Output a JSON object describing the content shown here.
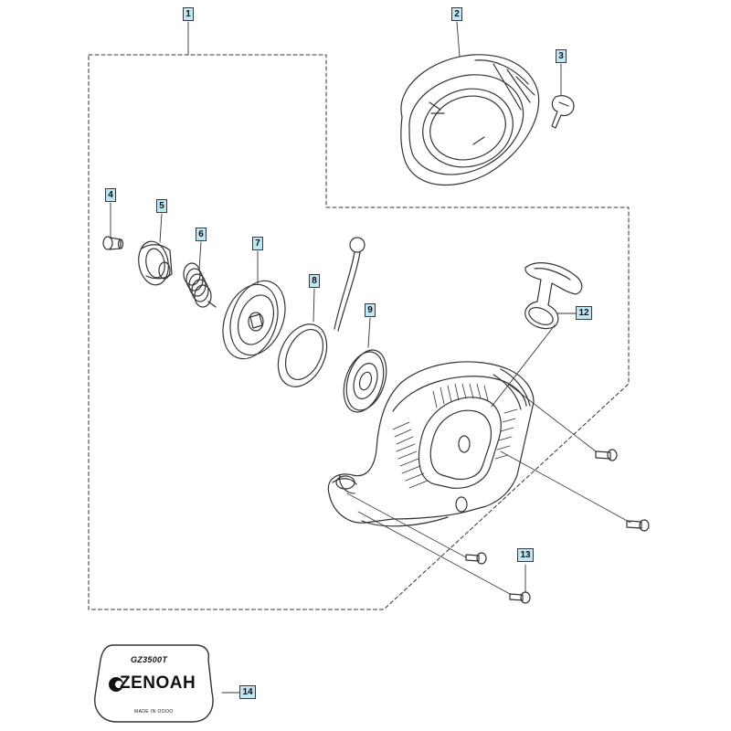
{
  "diagram": {
    "callouts": [
      {
        "id": "1",
        "label": "1"
      },
      {
        "id": "2",
        "label": "2"
      },
      {
        "id": "3",
        "label": "3"
      },
      {
        "id": "4",
        "label": "4"
      },
      {
        "id": "5",
        "label": "5"
      },
      {
        "id": "6",
        "label": "6"
      },
      {
        "id": "7",
        "label": "7"
      },
      {
        "id": "8",
        "label": "8"
      },
      {
        "id": "9",
        "label": "9"
      },
      {
        "id": "12",
        "label": "12"
      },
      {
        "id": "13",
        "label": "13"
      },
      {
        "id": "14",
        "label": "14"
      }
    ],
    "nameplate": {
      "model": "GZ3500T",
      "brand": "ZENOAH",
      "origin": "MADE IN OOOO"
    },
    "colors": {
      "callout_fill": "#bfe6f5",
      "line": "#333333"
    }
  }
}
